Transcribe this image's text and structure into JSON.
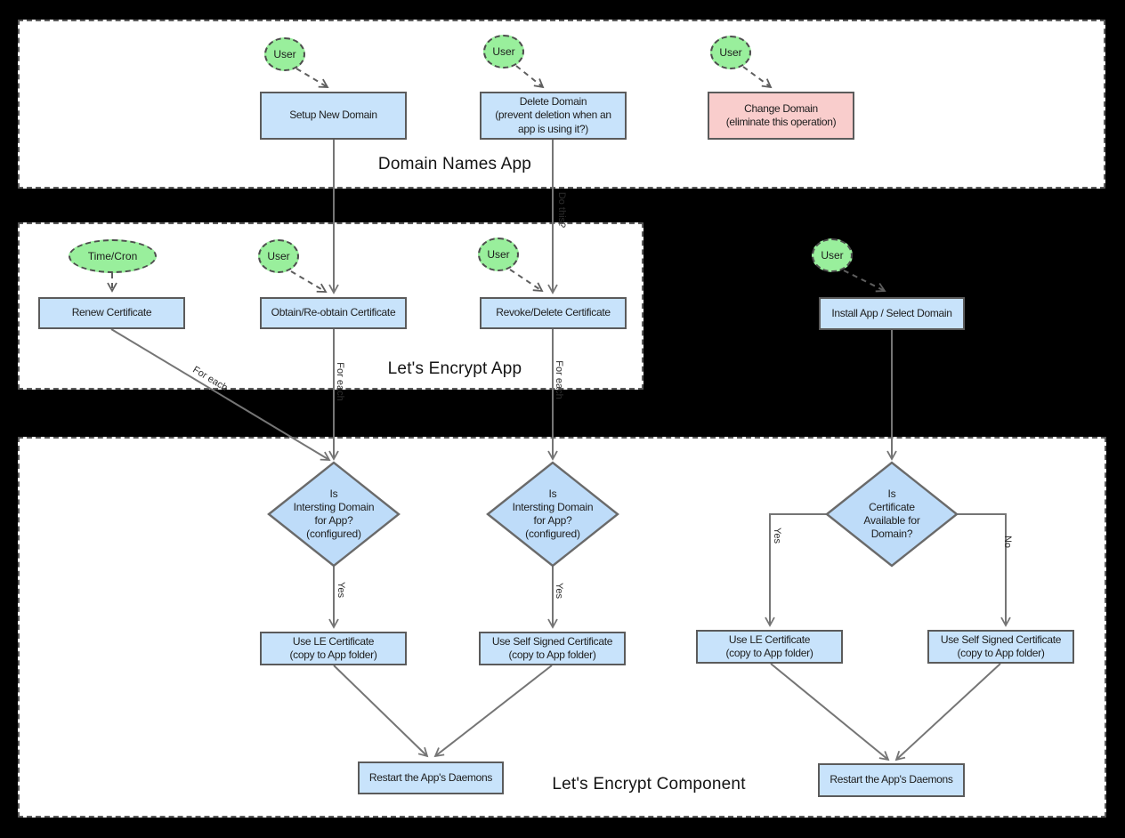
{
  "diagram": {
    "containers": {
      "domain_names_app": {
        "title": "Domain Names App"
      },
      "lets_encrypt_app": {
        "title": "Let's Encrypt App"
      },
      "lets_encrypt_component": {
        "title": "Let's Encrypt Component"
      }
    },
    "actors": {
      "user": "User",
      "time_cron": "Time/Cron"
    },
    "nodes": {
      "setup_new_domain": "Setup New Domain",
      "delete_domain": "Delete Domain\n(prevent deletion when an\napp is using it?)",
      "change_domain": "Change Domain\n(eliminate this operation)",
      "renew_certificate": "Renew Certificate",
      "obtain_certificate": "Obtain/Re-obtain Certificate",
      "revoke_certificate": "Revoke/Delete Certificate",
      "install_app": "Install App / Select Domain",
      "is_interesting_domain": "Is\nIntersting Domain\nfor App?\n(configured)",
      "is_cert_available": "Is\nCertificate\nAvailable for\nDomain?",
      "use_le_certificate": "Use LE Certificate\n(copy to App folder)",
      "use_self_signed_certificate": "Use Self Signed Certificate\n(copy to App folder)",
      "restart_daemons": "Restart the App's Daemons"
    },
    "edge_labels": {
      "do_this": "Do this?",
      "for_each": "For each",
      "yes": "Yes",
      "no": "No"
    },
    "colors": {
      "background": "#000000",
      "container_fill": "#ffffff",
      "node_fill": "#c8e3fb",
      "decision_fill": "#bedcf9",
      "actor_fill": "#99ef9c",
      "warning_fill": "#f9cdcc",
      "border": "#5b5b5b",
      "edge": "#757575"
    }
  }
}
